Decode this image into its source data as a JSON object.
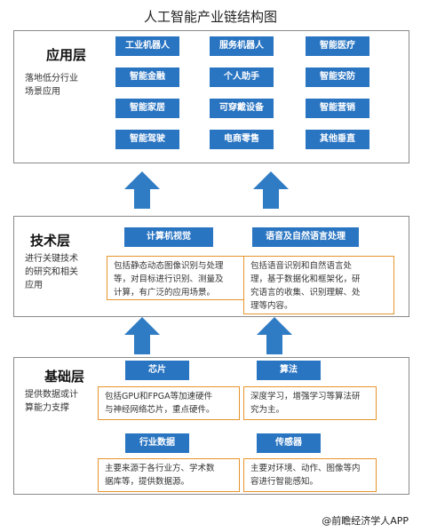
{
  "title": "人工智能产业链结构图",
  "layers": {
    "application": {
      "heading": "应用层",
      "desc": [
        "落地低分行业",
        "场景应用"
      ],
      "items": [
        "工业机器人",
        "服务机器人",
        "智能医疗",
        "智能金融",
        "个人助手",
        "智能安防",
        "智能家居",
        "可穿戴设备",
        "智能营销",
        "智能驾驶",
        "电商零售",
        "其他垂直"
      ]
    },
    "technology": {
      "heading": "技术层",
      "desc": [
        "进行关键技术",
        "的研究和相关",
        "应用"
      ],
      "cv": {
        "label": "计算机视觉",
        "text": [
          "包括静态动态图像识别与处理",
          "等，对目标进行识别、测量及",
          "计算，有广泛的应用场景。"
        ]
      },
      "nlp": {
        "label": "语音及自然语言处理",
        "text": [
          "包括语音识别和自然语言处",
          "理，基于数据化和框架化，研",
          "究语言的收集、识别理解、处",
          "理等内容。"
        ]
      }
    },
    "foundation": {
      "heading": "基础层",
      "desc": [
        "提供数据或计",
        "算能力支撑"
      ],
      "chip": {
        "label": "芯片",
        "text": [
          "包括GPU和FPGA等加速硬件",
          "与神经网络芯片，重点硬件。"
        ]
      },
      "algo": {
        "label": "算法",
        "text": [
          "深度学习，增强学习等算法研",
          "究为主。"
        ]
      },
      "data": {
        "label": "行业数据",
        "text": [
          "主要来源于各行业方、学术数",
          "据库等，提供数据源。"
        ]
      },
      "sensor": {
        "label": "传感器",
        "text": [
          "主要对环境、动作、图像等内",
          "容进行智能感知。"
        ]
      }
    }
  },
  "credit": "@前瞻经济学人APP",
  "colors": {
    "button": "#2a75c2",
    "arrow": "#2f7cc4",
    "desc_border": "#e8952c",
    "panel_border": "#8a8a8a"
  }
}
